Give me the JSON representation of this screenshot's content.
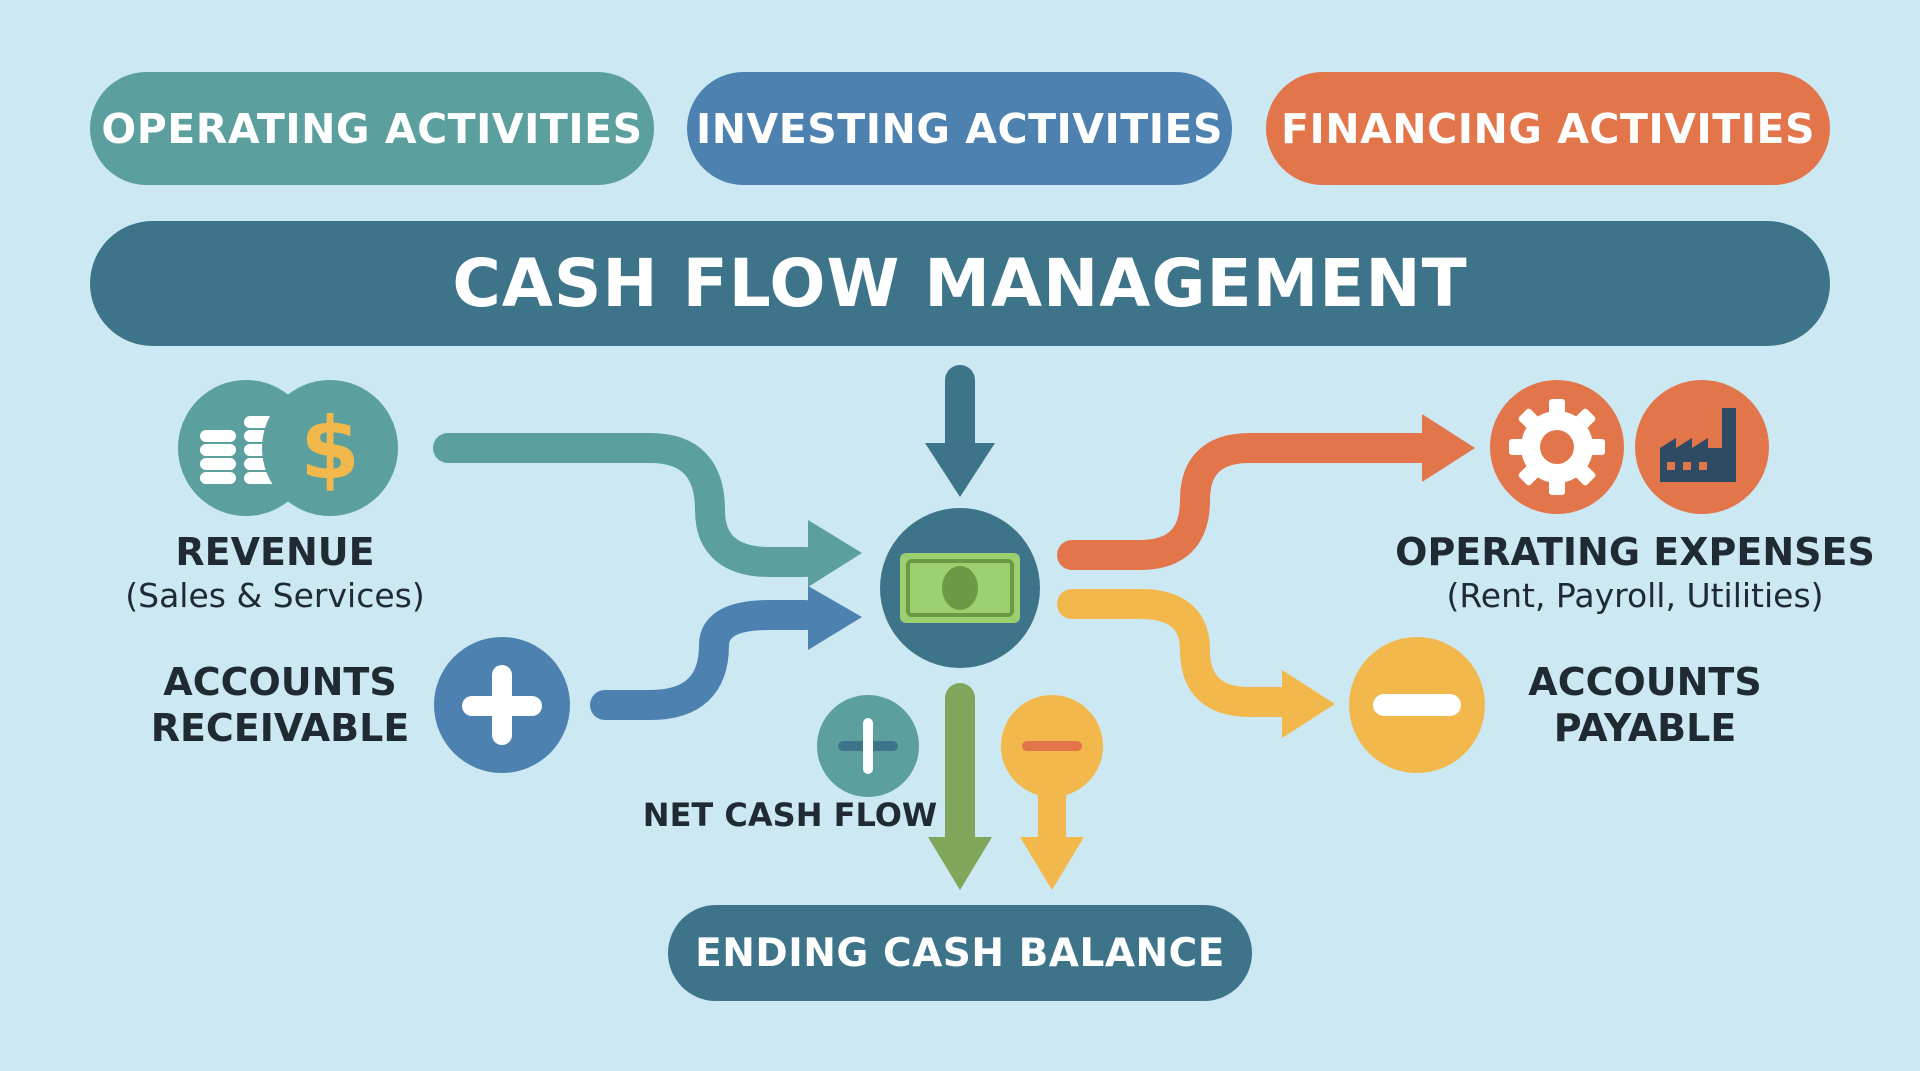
{
  "categories": {
    "operating": "OPERATING ACTIVITIES",
    "investing": "INVESTING ACTIVITIES",
    "financing": "FINANCING ACTIVITIES"
  },
  "title": "CASH FLOW MANAGEMENT",
  "inflows": {
    "revenue": {
      "title": "REVENUE",
      "detail": "(Sales & Services)"
    },
    "receivable": {
      "line1": "ACCOUNTS",
      "line2": "RECEIVABLE"
    }
  },
  "outflows": {
    "expenses": {
      "title": "OPERATING EXPENSES",
      "detail": "(Rent, Payroll, Utilities)"
    },
    "payable": {
      "line1": "ACCOUNTS",
      "line2": "PAYABLE"
    }
  },
  "net_cash_flow": "NET CASH FLOW",
  "ending_balance": "ENDING CASH BALANCE",
  "icons": [
    "coins-icon",
    "dollar-icon",
    "plus-icon",
    "money-bill-icon",
    "gear-icon",
    "factory-icon",
    "minus-icon"
  ],
  "colors": {
    "background": "#cce8f2",
    "teal": "#5ba09e",
    "blue": "#4d82b0",
    "orange": "#e2754a",
    "navy": "#3e7489",
    "yellow": "#f2b84b",
    "green": "#7fa65a"
  }
}
